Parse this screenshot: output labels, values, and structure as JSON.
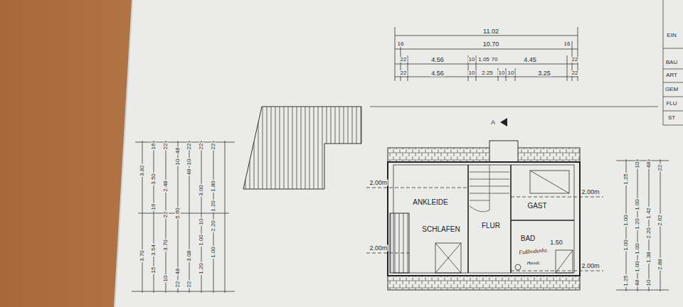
{
  "diagram": {
    "nodes": [
      {
        "text": [
          "ANKLEIDE"
        ]
      },
      {
        "text": [
          "SCHLAFEN"
        ]
      },
      {
        "text": [
          "FLUR"
        ]
      },
      {
        "text": [
          "GAST"
        ]
      },
      {
        "text": [
          "BAD"
        ]
      }
    ],
    "labels": [
      "11.02",
      "16",
      "10.70",
      "16",
      "22",
      "4.56",
      "10",
      "1.05",
      "70",
      "4.45",
      "22",
      "22",
      "4.56",
      "10",
      "2.25",
      "10",
      "10",
      "3.25",
      "22",
      "A",
      "2.00m",
      "2.00m",
      "2.00m",
      "2.00m",
      "1.50",
      "Fußbodenhz.",
      "Handt.",
      "3.82",
      "3.70",
      "16",
      "3.50",
      "16",
      "3.54",
      "15",
      "22",
      "2.48",
      "22",
      "3.70",
      "10",
      "48",
      "10",
      "5.60",
      "48",
      "22",
      "22",
      "10",
      "48",
      "3.08",
      "22",
      "22",
      "3.00",
      "10",
      "1.00",
      "1.20",
      "22",
      "1.80",
      "1.20",
      "2.20",
      "1.00",
      "1.25",
      "1.00",
      "1.00",
      "1.25",
      "10",
      "1.00",
      "1.20",
      "1.00",
      "1.00",
      "48",
      "48",
      "1.42",
      "2.20",
      "1.38",
      "10",
      "22",
      "2.62",
      "2.88",
      "EIN",
      "BAU",
      "ART",
      "GEM",
      "FLU",
      "ST"
    ]
  }
}
